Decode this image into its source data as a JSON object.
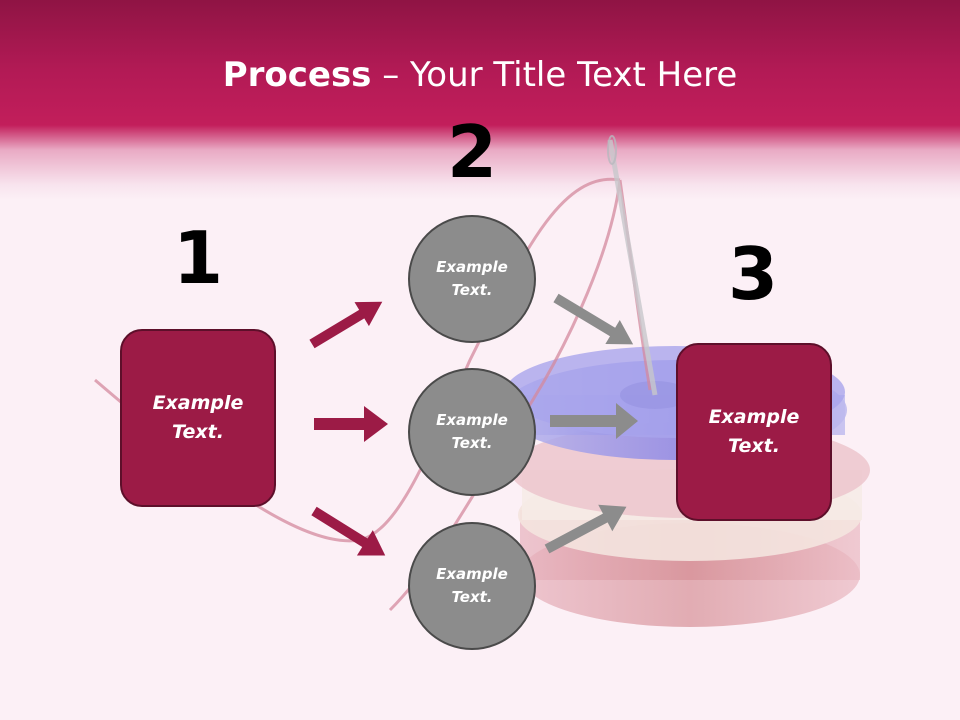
{
  "slide": {
    "title_bold": "Process",
    "title_rest": " – Your Title Text Here"
  },
  "steps": [
    {
      "number": "1",
      "box_text": "Example\nText."
    },
    {
      "number": "2"
    },
    {
      "number": "3",
      "box_text": "Example\nText."
    }
  ],
  "circles": [
    {
      "text": "Example\nText."
    },
    {
      "text": "Example\nText."
    },
    {
      "text": "Example\nText."
    }
  ],
  "colors": {
    "header": "#b21a55",
    "box_fill": "#9c1b46",
    "box_border": "#5d0f2a",
    "circle_fill": "#8c8c8c",
    "circle_border": "#4a4a4a",
    "arrow_left": "#9c1b46",
    "arrow_right": "#8c8c8c"
  },
  "icons": {
    "background": "thread-spool-with-needle-image",
    "left_arrows": "arrow-icon",
    "right_arrows": "arrow-icon"
  }
}
